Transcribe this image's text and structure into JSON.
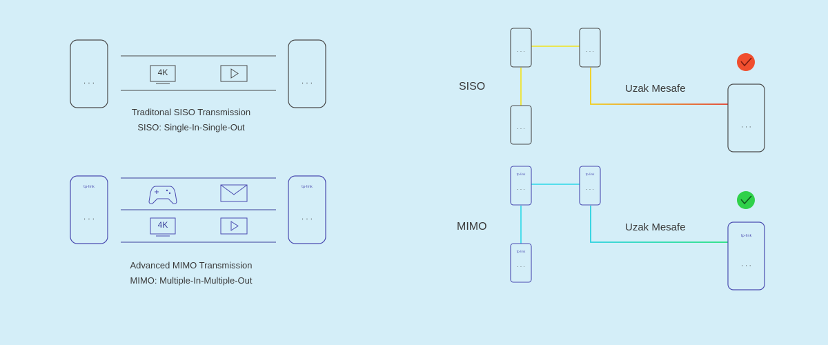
{
  "left": {
    "siso": {
      "icon_4k": "4K",
      "caption_line1": "Traditonal SISO Transmission",
      "caption_line2": "SISO: Single-In-Single-Out"
    },
    "mimo": {
      "icon_4k": "4K",
      "caption_line1": "Advanced MIMO Transmission",
      "caption_line2": "MIMO: Multiple-In-Multiple-Out"
    },
    "dots": "· · ·",
    "logo_text": "tp-link"
  },
  "right": {
    "siso": {
      "label": "SISO",
      "distance_label": "Uzak Mesafe",
      "status_color": "#f04e2e"
    },
    "mimo": {
      "label": "MIMO",
      "distance_label": "Uzak Mesafe",
      "status_color": "#2fd14a"
    },
    "dots": "· · ·"
  },
  "colors": {
    "background": "#d4eef8",
    "device_stroke_plain": "#4a4a4a",
    "device_stroke_mimo": "#4a4bb0",
    "siso_line_start": "#f2e21a",
    "siso_line_end": "#e53a26",
    "mimo_line_start": "#2ad7e8",
    "mimo_line_end": "#1fe07a"
  },
  "icons": [
    "monitor-4k-icon",
    "play-icon",
    "gamepad-icon",
    "envelope-icon",
    "check-badge-icon",
    "tp-link-logo"
  ]
}
